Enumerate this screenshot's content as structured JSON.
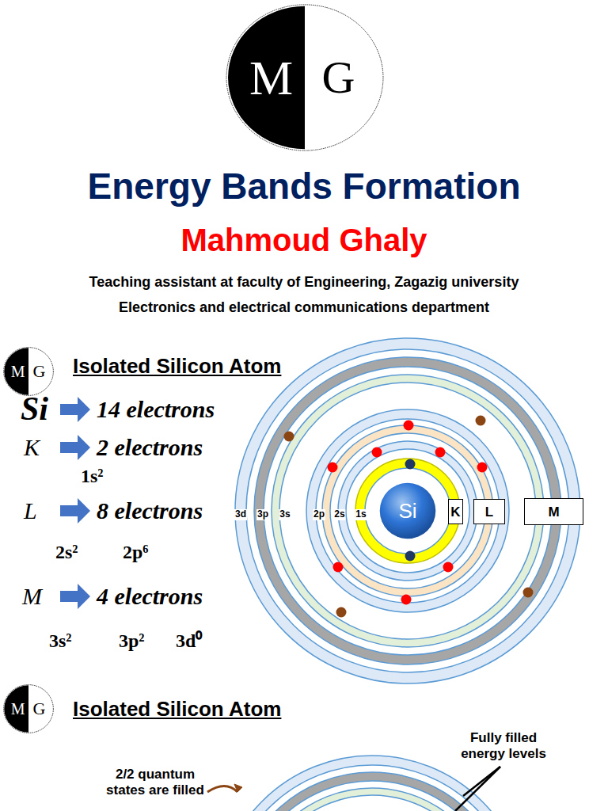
{
  "diagram": {
    "title": "Energy Bands Formation",
    "nodes": [
      {
        "text": [
          "M",
          "G"
        ]
      },
      {
        "text": [
          "M",
          "G"
        ]
      },
      {
        "text": [
          "Si"
        ]
      },
      {
        "text": [
          "K"
        ]
      },
      {
        "text": [
          "L"
        ]
      },
      {
        "text": [
          "M"
        ]
      },
      {
        "text": [
          "M",
          "G"
        ]
      }
    ],
    "labels": [
      "Mahmoud Ghaly",
      "Teaching assistant at faculty of Engineering, Zagazig university",
      "Electronics and electrical communications department",
      "Isolated Silicon Atom",
      "Si",
      "14 electrons",
      "K",
      "2 electrons",
      "1s²",
      "L",
      "8 electrons",
      "2s²",
      "2p⁶",
      "M",
      "4 electrons",
      "3s²",
      "3p²",
      "3d⁰",
      "3d",
      "3p",
      "3s",
      "2p",
      "2s",
      "1s",
      "Isolated Silicon Atom",
      "2/2 quantum states are filled",
      "Fully filled energy levels"
    ]
  }
}
